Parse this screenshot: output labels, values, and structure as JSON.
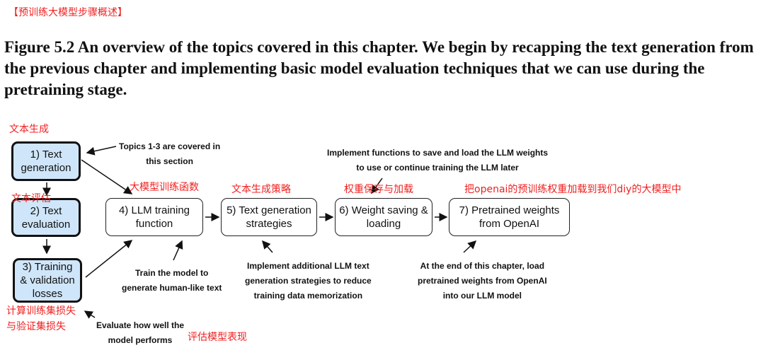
{
  "header_note": "【预训练大模型步骤概述】",
  "caption": "Figure 5.2 An overview of the topics covered in this chapter. We begin by recapping the text generation from the previous chapter and implementing basic model evaluation techniques that we can use during the pretraining stage.",
  "boxes": [
    {
      "line1": "1) Text",
      "line2": "generation"
    },
    {
      "line1": "2) Text",
      "line2": "evaluation"
    },
    {
      "line1": "3) Training",
      "line2": "& validation",
      "line3": "losses"
    },
    {
      "line1": "4) LLM training",
      "line2": "function"
    },
    {
      "line1": "5) Text generation",
      "line2": "strategies"
    },
    {
      "line1": "6) Weight saving &",
      "line2": "loading"
    },
    {
      "line1": "7) Pretrained weights",
      "line2": "from OpenAI"
    }
  ],
  "notes": {
    "topics": {
      "l1": "Topics 1-3 are covered in",
      "l2": "this section"
    },
    "save": {
      "l1": "Implement functions to save and load the LLM weights",
      "l2": "to use or continue training the LLM later"
    },
    "train": {
      "l1": "Train the model to",
      "l2": "generate human-like text"
    },
    "strategies": {
      "l1": "Implement additional LLM text",
      "l2": "generation strategies to reduce",
      "l3": "training data memorization"
    },
    "openai": {
      "l1": "At the end of this chapter, load",
      "l2": "pretrained weights from OpenAI",
      "l3": "into our LLM model"
    },
    "evaluate": {
      "l1": "Evaluate how well the",
      "l2": "model performs"
    }
  },
  "annotations": {
    "text_gen": "文本生成",
    "text_eval": "文本评估",
    "losses_1": "计算训练集损失",
    "losses_2": "与验证集损失",
    "eval_model": "评估模型表现",
    "train_fn": "大模型训练函数",
    "strategies": "文本生成策略",
    "weights": "权重保存与加载",
    "openai": "把openai的预训练权重加载到我们diy的大模型中"
  },
  "colors": {
    "annotation": "#f02020",
    "highlight_box": "#cfe6fa"
  }
}
